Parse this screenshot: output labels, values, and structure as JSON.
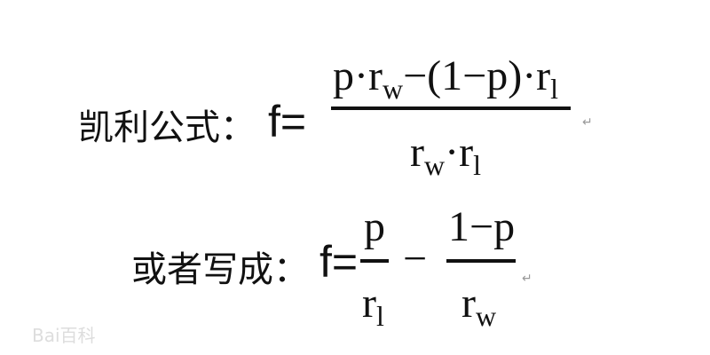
{
  "formula1": {
    "label": "凯利公式：",
    "lhs": "f=",
    "numerator": {
      "a": "p·r",
      "a_sub": "w",
      "b": "−(1−p)·r",
      "b_sub": "l"
    },
    "denominator": {
      "a": "r",
      "a_sub": "w",
      "b": "·r",
      "b_sub": "l"
    }
  },
  "formula2": {
    "label": "或者写成：",
    "lhs": "f=",
    "term1": {
      "numerator": "p",
      "denominator": "r",
      "denominator_sub": "l"
    },
    "minus": "−",
    "term2": {
      "numerator": "1−p",
      "denominator": "r",
      "denominator_sub": "w"
    }
  },
  "return_mark": "↵",
  "watermark": "Bai百科"
}
